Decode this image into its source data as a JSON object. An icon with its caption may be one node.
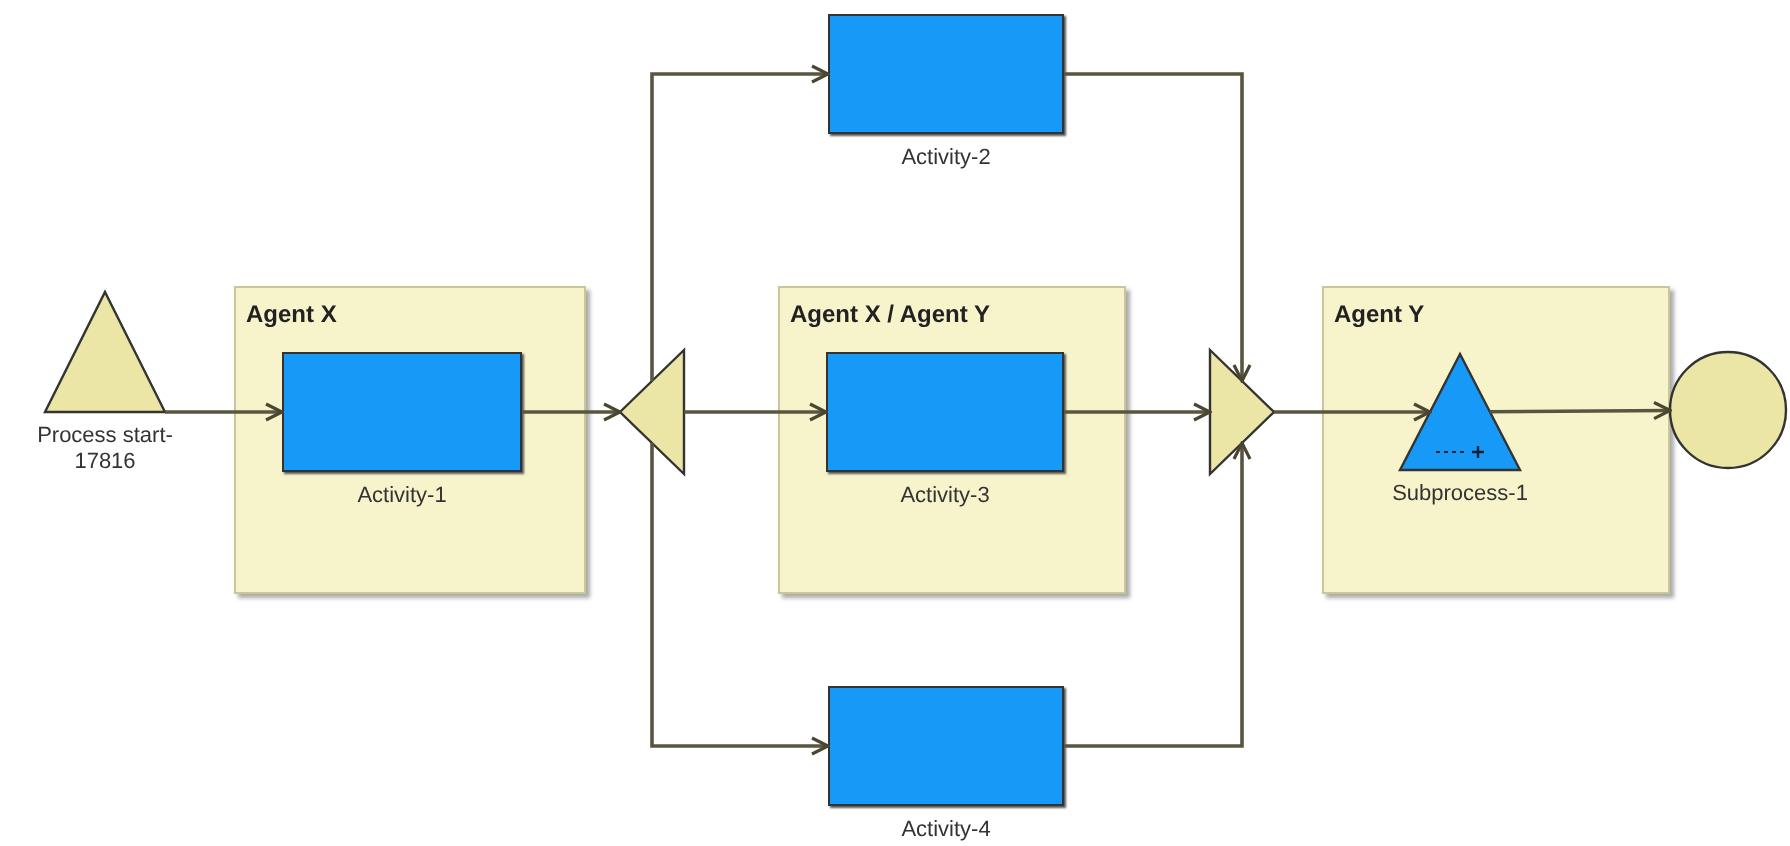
{
  "diagram": {
    "nodes": [
      {
        "text": [
          "Process start-17816"
        ]
      },
      {
        "text": [
          "Agent X"
        ]
      },
      {
        "text": [
          "Activity-1"
        ],
        "in": 1
      },
      {
        "text": [],
        "shape": "triangle"
      },
      {
        "text": [
          "Activity-2"
        ]
      },
      {
        "text": [
          "Agent X / Agent Y"
        ]
      },
      {
        "text": [
          "Activity-3"
        ],
        "in": 5
      },
      {
        "text": [
          "Activity-4"
        ]
      },
      {
        "text": [],
        "shape": "triangle"
      },
      {
        "text": [
          "Agent Y"
        ]
      },
      {
        "text": [
          "Subprocess-1"
        ],
        "in": 9
      },
      {
        "text": [],
        "shape": "circle"
      }
    ],
    "edges": [
      {
        "from": 0,
        "to": 2,
        "arrow": "to"
      },
      {
        "from": 2,
        "to": 3,
        "arrow": "to"
      },
      {
        "from": 3,
        "to": 4,
        "arrow": "to"
      },
      {
        "from": 3,
        "to": 6,
        "arrow": "to"
      },
      {
        "from": 3,
        "to": 7,
        "arrow": "to"
      },
      {
        "from": 4,
        "to": 8,
        "arrow": "to"
      },
      {
        "from": 6,
        "to": 8,
        "arrow": "to"
      },
      {
        "from": 7,
        "to": 8,
        "arrow": "to"
      },
      {
        "from": 8,
        "to": 10,
        "arrow": "to"
      },
      {
        "from": 10,
        "to": 11,
        "arrow": "to"
      }
    ]
  }
}
